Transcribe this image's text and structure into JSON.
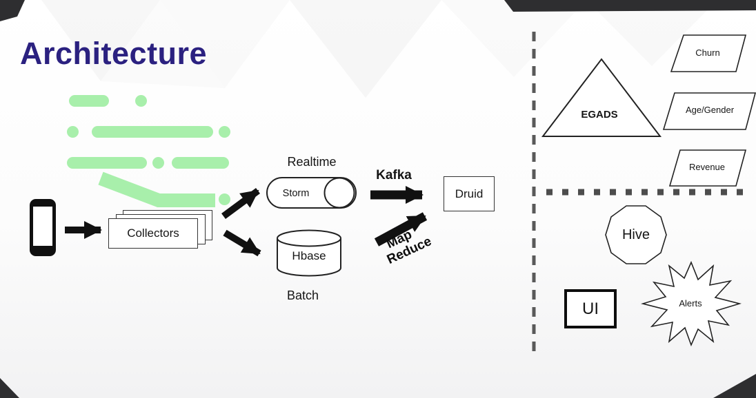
{
  "slide": {
    "title": "Architecture"
  },
  "pipeline": {
    "collectors": "Collectors",
    "realtime": "Realtime",
    "storm": "Storm",
    "kafka": "Kafka",
    "druid": "Druid",
    "hbase": "Hbase",
    "batch": "Batch",
    "map": "Map",
    "reduce": "Reduce"
  },
  "analytics": {
    "egads": "EGADS",
    "churn": "Churn",
    "age_gender": "Age/Gender",
    "revenue": "Revenue",
    "hive": "Hive",
    "ui": "UI",
    "alerts": "Alerts"
  },
  "colors": {
    "title": "#2b2180",
    "accent_green": "#a8efab",
    "arrow": "#111111",
    "divider": "#595959"
  }
}
